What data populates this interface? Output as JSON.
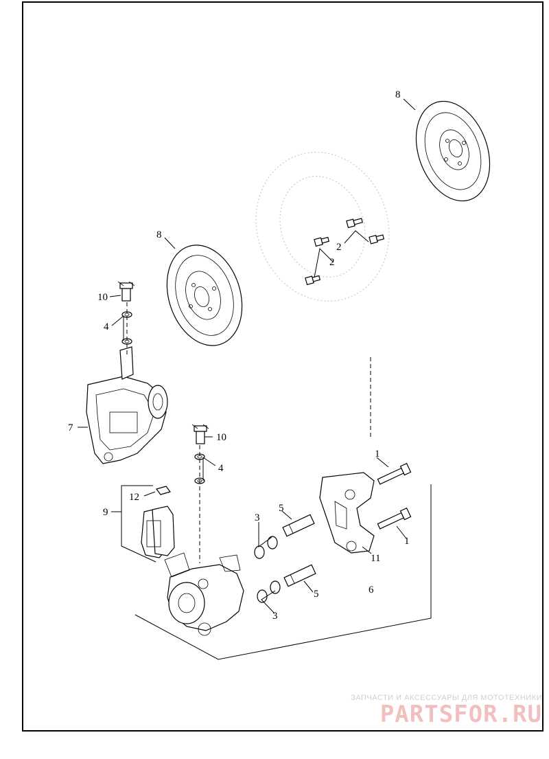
{
  "callouts": {
    "c8_top": "8",
    "c8_mid": "8",
    "c2_a": "2",
    "c2_b": "2",
    "c10_a": "10",
    "c10_b": "10",
    "c4_a": "4",
    "c4_b": "4",
    "c7": "7",
    "c12": "12",
    "c9": "9",
    "c3_a": "3",
    "c3_b": "3",
    "c5_a": "5",
    "c5_b": "5",
    "c1_a": "1",
    "c1_b": "1",
    "c11": "11",
    "c6": "6"
  },
  "watermark": {
    "subtitle": "ЗАПЧАСТИ И АКСЕССУАРЫ ДЛЯ МОТОТЕХНИКИ",
    "brand": "PARTSFOR.RU",
    "brand_color": "#e88b8b"
  }
}
